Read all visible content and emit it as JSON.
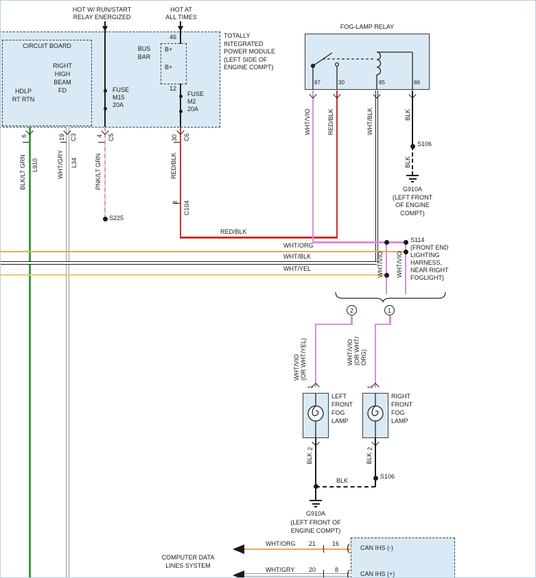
{
  "colors": {
    "box_fill": "#d9eaf6",
    "wire_green": "#3f9b41",
    "wire_pink": "#f28cc4",
    "wire_red": "#c9302c",
    "wire_violet": "#de8cda",
    "wire_orange": "#efa558",
    "wire_yellow": "#e3cf5e",
    "wire_gray": "#999999",
    "ink": "#1a1a1a"
  },
  "header": {
    "hot1": "HOT W/ RUN/START\nRELAY ENERGIZED",
    "hot2": "HOT AT\nALL TIMES"
  },
  "tipm": {
    "note": "TOTALLY\nINTEGRATED\nPOWER MODULE\n(LEFT SIDE OF\nENGINE COMPT)",
    "circuit_board": "CIRCUIT BOARD",
    "hdlp": "HDLP\nRT RTN",
    "rhb": "RIGHT\nHIGH\nBEAM\nFD",
    "bus_bar": "BUS\nBAR",
    "n46": "46",
    "bplus1": "B+",
    "bplus2": "B+",
    "n12": "12",
    "fuse1": "FUSE\nM15\n20A",
    "fuse2": "FUSE\nM2\n20A",
    "pin6": "6",
    "pin19": "19",
    "c3": "C3",
    "pin4": "4",
    "c5": "C5",
    "pin30": "30",
    "c6": "C6"
  },
  "wires": {
    "green": "BLK/LT GRN",
    "l910": "L910",
    "gry": "WHT/GRY",
    "l34": "L34",
    "pnk": "PNK/LT GRN",
    "red_v": "RED/BLK",
    "pin8": "8",
    "c104": "C104",
    "s225": "S225",
    "red_h": "RED/BLK",
    "org": "WHT/ORG",
    "blkwht": "WHT/BLK",
    "yel": "WHT/YEL"
  },
  "relay": {
    "title": "FOG-LAMP RELAY",
    "p87": "87",
    "p30": "30",
    "p85": "85",
    "p86": "86",
    "w87": "WHT/VIO",
    "w30": "RED/BLK",
    "w85": "WHT/BLK",
    "w86": "BLK"
  },
  "grounds": {
    "s106_top": "S106",
    "blk_top": "BLK",
    "top": "G910A\n(LEFT FRONT\nOF ENGINE\nCOMPT)",
    "bottom": "G910A\n(LEFT FRONT OF\nENGINE COMPT)"
  },
  "junction": {
    "s114": "S114\n(FRONT END\nLIGHTING\nHARNESS,\nNEAR RIGHT\nFOGLIGHT)",
    "dropA": "WHT/VIO",
    "dropB": "WHT/VIO",
    "circ2": "2",
    "circ1": "1"
  },
  "feeds": {
    "left": "WHT/VIO\n(OR WHT/YEL)",
    "right": "WHT/VIO\n(OR WHT/\nORG)"
  },
  "lamps": {
    "left_pin_top": "1",
    "right_pin_top": "1",
    "left_label": "LEFT\nFRONT\nFOG\nLAMP",
    "right_label": "RIGHT\nFRONT\nFOG\nLAMP",
    "left_pin_bot": "2",
    "right_pin_bot": "2",
    "left_blk": "BLK",
    "right_blk": "BLK",
    "s106": "S106",
    "jumper": "BLK"
  },
  "bottom": {
    "system": "COMPUTER DATA\nLINES SYSTEM",
    "curl": "(",
    "rows": [
      {
        "wire": "WHT/ORG",
        "pin_a": "21",
        "pin_b": "16",
        "label": "CAN IHS (-)"
      },
      {
        "wire": "WHT/GRY",
        "pin_a": "20",
        "pin_b": "8",
        "label": "CAN IHS (+)"
      }
    ]
  }
}
